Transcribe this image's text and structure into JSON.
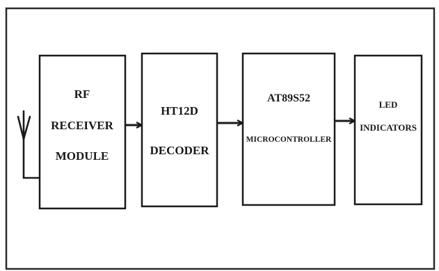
{
  "blocks": {
    "rf_receiver": {
      "lines": [
        "RF",
        "RECEIVER",
        "MODULE"
      ]
    },
    "decoder": {
      "lines": [
        "HT12D",
        "DECODER"
      ]
    },
    "microcontroller": {
      "lines": [
        "AT89S52",
        "MICROCONTROLLER"
      ]
    },
    "led": {
      "lines": [
        "LED",
        "INDICATORS"
      ]
    }
  },
  "colors": {
    "line": "#1a1a1a",
    "background": "#ffffff"
  },
  "icons": {
    "antenna": "antenna-icon"
  }
}
